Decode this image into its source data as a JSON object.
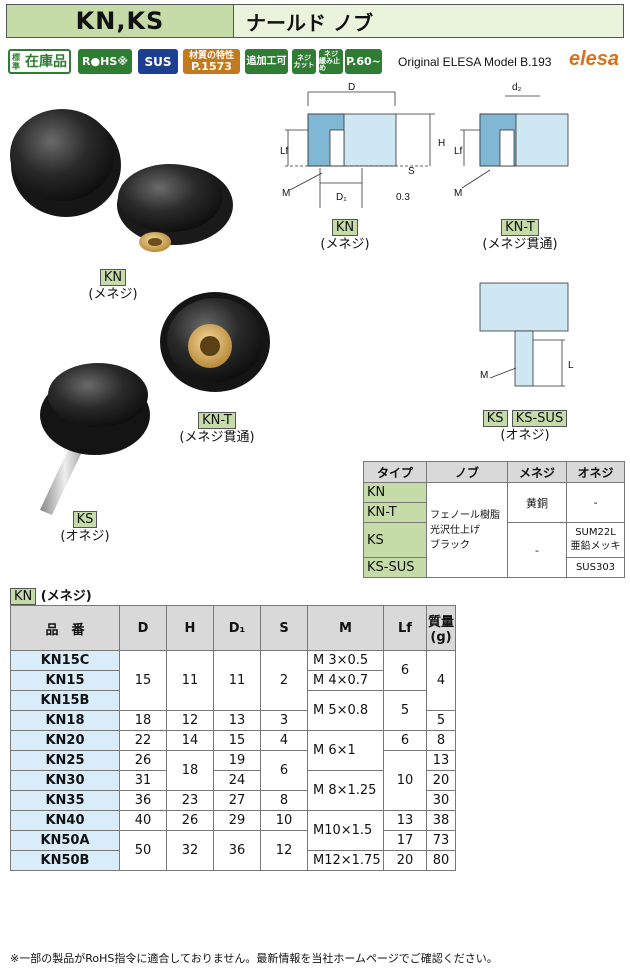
{
  "header": {
    "model": "KN,KS",
    "name": "ナールド ノブ"
  },
  "badges": {
    "stock_small": "標準",
    "stock": "在庫品",
    "rohs": "R●HS※",
    "sus": "SUS",
    "material_top": "材質の特性",
    "material_bottom": "P.1573",
    "additional": "追加工可",
    "neji_cut_top": "ネジ",
    "neji_cut_bottom": "カット",
    "neji_lock_top": "ネジ",
    "neji_lock_bottom": "緩み止め",
    "page": "P.60~"
  },
  "original": "Original ELESA Model B.193",
  "brand": "elesa",
  "photos": {
    "kn_tag": "KN",
    "kn_sub": "(メネジ)",
    "knt_tag": "KN-T",
    "knt_sub": "(メネジ貫通)",
    "ks_tag": "KS",
    "ks_sub": "(オネジ)"
  },
  "drawings": {
    "kn_tag": "KN",
    "kn_sub": "(メネジ)",
    "knt_tag": "KN-T",
    "knt_sub": "(メネジ貫通)",
    "ks_tag": "KS",
    "kssus_tag": "KS-SUS",
    "ks_sub": "(オネジ)",
    "dims": {
      "D": "D",
      "H": "H",
      "Lf": "Lf",
      "M": "M",
      "D1": "D₁",
      "S": "S",
      "t": "0.3",
      "d2": "d₂",
      "L": "L"
    }
  },
  "spec_table": {
    "headers": [
      "タイプ",
      "ノブ",
      "メネジ",
      "オネジ"
    ],
    "types": [
      "KN",
      "KN-T",
      "KS",
      "KS-SUS"
    ],
    "knob": [
      "フェノール樹脂",
      "光沢仕上げ",
      "ブラック"
    ],
    "female_brass": "黄銅",
    "female_dash": "-",
    "male_dash": "-",
    "male_ks": [
      "SUM22L",
      "亜鉛メッキ"
    ],
    "male_kssus": "SUS303"
  },
  "kn_section": {
    "tag": "KN",
    "title": "(メネジ)"
  },
  "main_table": {
    "headers": {
      "pn": "品　番",
      "D": "D",
      "H": "H",
      "D1": "D₁",
      "S": "S",
      "M": "M",
      "Lf": "Lf",
      "mass": "質量",
      "mass_unit": "(g)"
    },
    "part_numbers": [
      "KN15C",
      "KN15",
      "KN15B",
      "KN18",
      "KN20",
      "KN25",
      "KN30",
      "KN35",
      "KN40",
      "KN50A",
      "KN50B"
    ],
    "D": [
      "15",
      "18",
      "22",
      "26",
      "31",
      "36",
      "40",
      "50"
    ],
    "H": [
      "11",
      "12",
      "14",
      "18",
      "23",
      "26",
      "32"
    ],
    "D1": [
      "11",
      "13",
      "15",
      "19",
      "24",
      "27",
      "29",
      "36"
    ],
    "S": [
      "2",
      "3",
      "4",
      "6",
      "8",
      "10",
      "12"
    ],
    "M": [
      "M 3×0.5",
      "M 4×0.7",
      "M 5×0.8",
      "M 6×1",
      "M 8×1.25",
      "M10×1.5",
      "M12×1.75"
    ],
    "Lf": [
      "6",
      "5",
      "6",
      "10",
      "13",
      "17",
      "20"
    ],
    "mass": [
      "4",
      "5",
      "8",
      "13",
      "20",
      "30",
      "38",
      "73",
      "80"
    ]
  },
  "footnote": "※一部の製品がRoHS指令に適合しておりません。最新情報を当社ホームページでご確認ください。",
  "colors": {
    "header_green": "#c5dca8",
    "part_blue": "#d8ecf9",
    "brand_orange": "#d8711c",
    "badge_green": "#2e7d32"
  }
}
